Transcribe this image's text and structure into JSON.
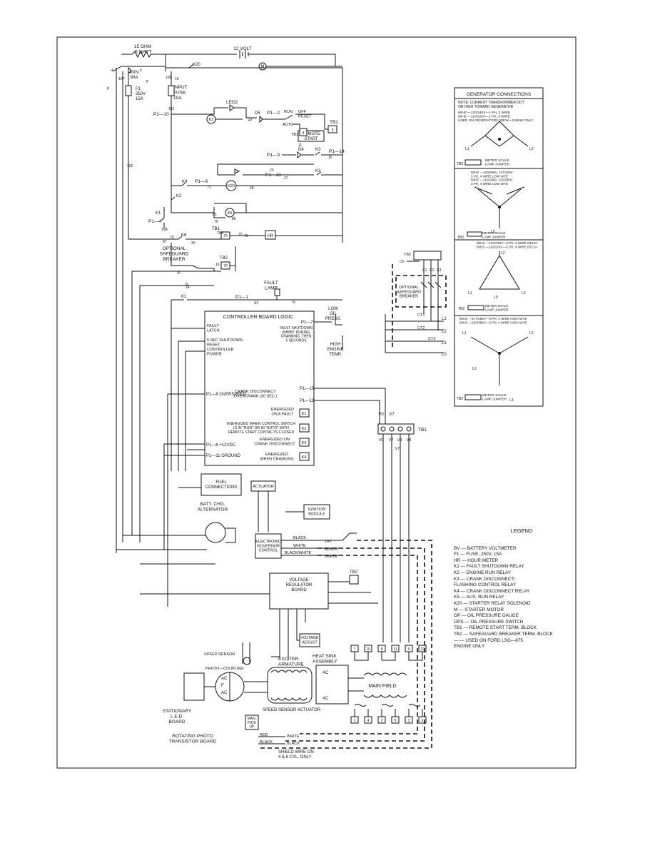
{
  "top": {
    "resistor": "15 OHM\n.5 WATT",
    "battery": "12 VOLT",
    "motor": "M",
    "diode_rating": "400V\n90A",
    "f1": "F1\n250V\n15A",
    "input_fuse": "INPUT\nFUSE\n10A",
    "k20": "K20",
    "p2_10": "P2—10",
    "led2": "LED2",
    "d5": "D5",
    "p1_2": "P1—2",
    "run": "RUN",
    "off_reset": "OFF\nRESET",
    "auto": "AUTO",
    "tb1": "TB1",
    "remote_start": "REMOTE\nSTART",
    "p1_3": "P1—3",
    "d4": "D4",
    "k3": "K3",
    "p1_14": "P1—14",
    "p1_13": "P1—13",
    "k4": "K4",
    "p1_9": "P1—9",
    "k2": "K2",
    "k1": "K1",
    "p1_4": "P1—4",
    "k5": "K5",
    "k6": "K6",
    "tb1b": "TB1",
    "hr": "HR",
    "optional_breaker": "OPTIONAL\nSAFEGUARD\nBREAKER",
    "tb2": "TB2",
    "fault_lamp": "FAULT\nLAMP",
    "p1_1": "P1—1",
    "low_oil": "LOW\nOIL\nPRESS.",
    "high_temp": "HIGH\nENGINE\nTEMP.",
    "wire_numbers": [
      "10P",
      "10P",
      "P",
      "P",
      "4",
      "5",
      "10",
      "101",
      "47",
      "11",
      "15",
      "102",
      "71",
      "23",
      "28",
      "27",
      "10A",
      "85",
      "86",
      "70",
      "87",
      "70A",
      "30",
      "70",
      "70",
      "70",
      "16",
      "70",
      "N",
      "14",
      "S2",
      "N"
    ]
  },
  "controller": {
    "title": "CONTROLLER BOARD LOGIC",
    "fault_latch": "FAULT\nLATCH",
    "shutdown": "5 SEC SHUTDOWN\nRESET",
    "power": "CONTROLLER\nPOWER",
    "p1_7": "P1—7",
    "inhibit": "FAULT SHUTDOWN\nINHIBIT DURING\nCRANKING, THEN\n5 SECONDS",
    "overspeed": "P1—8 OVERSPEED",
    "crank": "CRANK DISCONNECT\nOVERCRANK (30 SEC.)",
    "p1_15": "P1—15",
    "p1_12": "P1—12",
    "k1_desc": "ENERGIZED\nON A FAULT",
    "k2_desc": "ENERGIZED WHEN CONTROL SWITCH\nIS IN \"RUN\" OR IN \"AUTO\" WITH\nREMOTE START CONTACTS CLOSED",
    "k3_desc": "ENERGIZED ON\nCRANK DISCONNECT",
    "k4_desc": "ENERGIZED\nWHEN CRANKING",
    "p1_6": "P1—6 +12VDC",
    "p1_11": "P1—11 GROUND",
    "relays": [
      "K1",
      "K2",
      "K3",
      "K4"
    ]
  },
  "lower": {
    "fuel": "FUEL\nCONNECTIONS",
    "actuator": "ACTUATOR",
    "ignition": "IGNITION\nMODULE",
    "alternator": "BATT. CHG.\nALTERNATOR",
    "governor": "ELECTRONIC\nGOVERNOR\nCONTROL",
    "black": "BLACK",
    "white": "WHITE",
    "black_white": "BLACK/WHITE",
    "vr_board": "VOLTAGE\nREGULATOR\nBOARD",
    "voltage_adjust": "VOLTAGE\nADJUST",
    "speed_sensor": "SPEED SENSOR",
    "photo_coupling": "PHOTO—COUPLING",
    "exciter": "EXCITER\nARMATURE",
    "heat_sink": "HEAT SINK\nASSEMBLY",
    "main_field": "MAIN FIELD",
    "stationary_led": "STATIONARY\nL.E.D.\nBOARD",
    "rotating_photo": "ROTATING PHOTO\nTRANSISTOR BOARD",
    "ss_actuator": "SPEED SENSOR ACTUATOR",
    "mag_pick": "MAG.\nPICK\nUP",
    "red": "RED",
    "shield": "SHIELD WIRE ON\n4 & 6 CYL. ONLY",
    "tb_labels": [
      "V0",
      "V7",
      "V7",
      "V8",
      "V9"
    ],
    "terminal_numbers": [
      "7",
      "10",
      "8",
      "11",
      "9",
      "12"
    ],
    "bottom_terminals": [
      "1",
      "4",
      "2",
      "5",
      "3",
      "6"
    ]
  },
  "right": {
    "title": "GENERATOR CONNECTIONS",
    "note": "NOTE: CURRENT TRANSFORMER DOT\nOR HIGH TOWARD GENERATOR",
    "sec1": "60HZ —120/240V—1 PH, 3 WIRE\n50HZ —110/220V—1 PH, 3 WIRE\nUSED ON GENERATORS 20KW—100KW ONLY.",
    "sec2": "60HZ —120/208V, 127/220V\n3 PH, 4 WIRE LOW WYE\n50HZ —110/190V, 115/200V\n3 PH, 4 WIRE LOW WYE",
    "sec3": "60HZ —120/240V—3 PH, 4 WIRE DELTA\n50HZ —110/220V—3 PH, 4 WIRE DELTA",
    "sec4": "60HZ —277/480V—3 PH, 4 WIRE HIGH WYE\n50HZ —220/380V—3 PH, 4 WIRE HIGH WYE",
    "meter": "METER SCALE\nLAMP JUMPER",
    "breaker": "OPTIONAL\nSAFEGUARD\nBREAKER",
    "ct": [
      "CT1",
      "CT2",
      "CT3"
    ],
    "lines": [
      "L1",
      "L2",
      "L3",
      "L0"
    ],
    "tb2": "TB2",
    "c_labels": [
      "C0",
      "C1",
      "C2",
      "C3"
    ],
    "tb1": "TB1"
  },
  "legend": {
    "title": "LEGEND",
    "items": [
      "BV — BATTERY VOLTMETER",
      "F1 — FUSE, 250V, 15A",
      "HR — HOUR METER",
      "K1 — FAULT SHUTDOWN RELAY",
      "K2 — ENGINE RUN RELAY",
      "K3 — CRANK DISCONNECT/",
      "       FLASHING CONTROL RELAY",
      "K4 — CRANK DISCONNECT RELAY",
      "K5 — AUX. RUN RELAY",
      "K20 — STARTER RELAY SOLENOID",
      "M — STARTER MOTOR",
      "OP — OIL PRESSURE GAUGE",
      "OPS — OIL PRESSURE SWITCH",
      "TB1 — REMOTE START TERM. BLOCK",
      "TB2 — SAFEGUARD BREAKER TERM. BLOCK",
      "— — USED ON FORD LSG—875",
      "       ENGINE ONLY"
    ]
  }
}
